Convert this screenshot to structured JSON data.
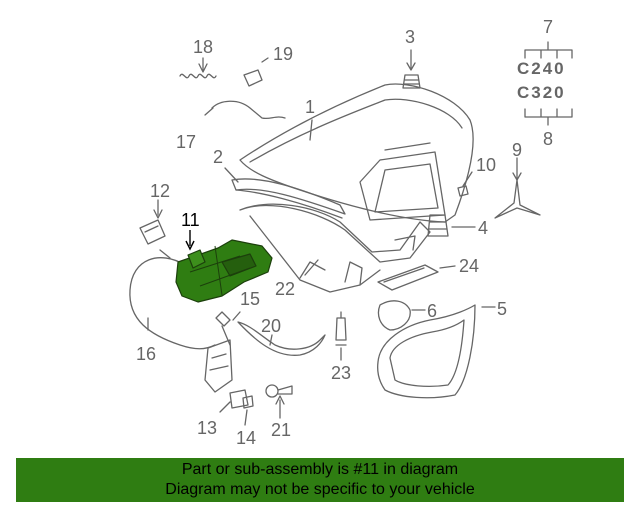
{
  "diagram": {
    "callouts": [
      {
        "id": "1",
        "label": "1"
      },
      {
        "id": "2",
        "label": "2"
      },
      {
        "id": "3",
        "label": "3"
      },
      {
        "id": "4",
        "label": "4"
      },
      {
        "id": "5",
        "label": "5"
      },
      {
        "id": "6",
        "label": "6"
      },
      {
        "id": "7",
        "label": "7"
      },
      {
        "id": "8",
        "label": "8"
      },
      {
        "id": "9",
        "label": "9"
      },
      {
        "id": "10",
        "label": "10"
      },
      {
        "id": "11",
        "label": "11"
      },
      {
        "id": "12",
        "label": "12"
      },
      {
        "id": "13",
        "label": "13"
      },
      {
        "id": "14",
        "label": "14"
      },
      {
        "id": "15",
        "label": "15"
      },
      {
        "id": "16",
        "label": "16"
      },
      {
        "id": "17",
        "label": "17"
      },
      {
        "id": "18",
        "label": "18"
      },
      {
        "id": "19",
        "label": "19"
      },
      {
        "id": "20",
        "label": "20"
      },
      {
        "id": "21",
        "label": "21"
      },
      {
        "id": "22",
        "label": "22"
      },
      {
        "id": "23",
        "label": "23"
      },
      {
        "id": "24",
        "label": "24"
      }
    ],
    "highlighted_part": "11",
    "emblems": {
      "c240": "C240",
      "c320": "C320"
    },
    "colors": {
      "line": "#666666",
      "highlight_fill": "#2f7d12",
      "banner_bg": "#2f7d12"
    }
  },
  "banner": {
    "line1": "Part or sub-assembly is #11 in diagram",
    "line2": "Diagram may not be specific to your vehicle"
  }
}
